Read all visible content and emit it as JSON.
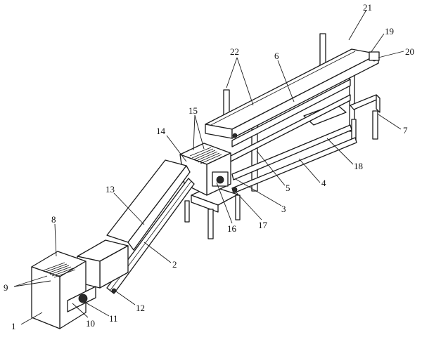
{
  "figure": {
    "callouts": [
      {
        "id": "1",
        "label": "1"
      },
      {
        "id": "2",
        "label": "2"
      },
      {
        "id": "3",
        "label": "3"
      },
      {
        "id": "4",
        "label": "4"
      },
      {
        "id": "5",
        "label": "5"
      },
      {
        "id": "6",
        "label": "6"
      },
      {
        "id": "7",
        "label": "7"
      },
      {
        "id": "8",
        "label": "8"
      },
      {
        "id": "9",
        "label": "9"
      },
      {
        "id": "10",
        "label": "10"
      },
      {
        "id": "11",
        "label": "11"
      },
      {
        "id": "12",
        "label": "12"
      },
      {
        "id": "13",
        "label": "13"
      },
      {
        "id": "14",
        "label": "14"
      },
      {
        "id": "15",
        "label": "15"
      },
      {
        "id": "16",
        "label": "16"
      },
      {
        "id": "17",
        "label": "17"
      },
      {
        "id": "18",
        "label": "18"
      },
      {
        "id": "19",
        "label": "19"
      },
      {
        "id": "20",
        "label": "20"
      },
      {
        "id": "21",
        "label": "21"
      },
      {
        "id": "22",
        "label": "22"
      }
    ]
  }
}
